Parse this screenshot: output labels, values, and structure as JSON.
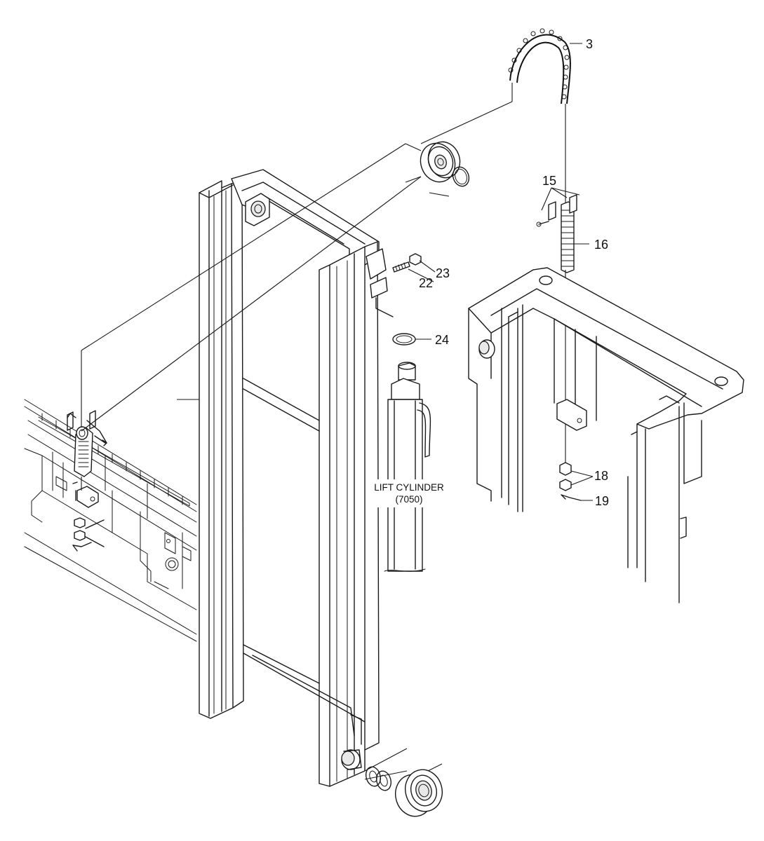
{
  "diagram": {
    "callouts": {
      "c3": "3",
      "c15": "15",
      "c16": "16",
      "c18": "18",
      "c19": "19",
      "c22": "22",
      "c23": "23",
      "c24": "24"
    },
    "component_label": {
      "line1": "LIFT CYLINDER",
      "line2": "(7050)"
    }
  }
}
